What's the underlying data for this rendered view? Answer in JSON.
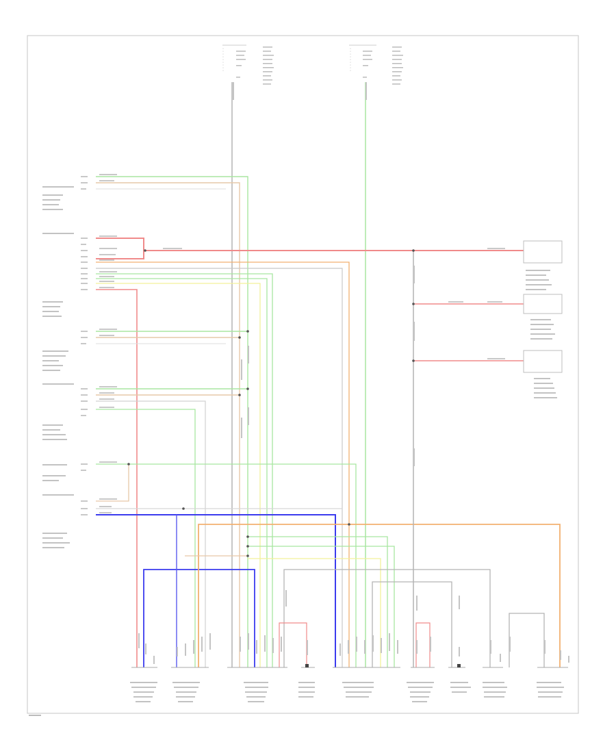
{
  "diagram": {
    "footer_code": "",
    "colors": {
      "red": "#f08a8a",
      "green": "#a8e6a0",
      "tan": "#e6c8a8",
      "yellow": "#f2f09a",
      "blue": "#3a3aee",
      "orange": "#f2b070",
      "gray": "#b4b4b4",
      "grid": "#d8d8d8"
    },
    "left_modules": [
      {
        "id": "cruise-control-module"
      },
      {
        "id": "engine-control-module"
      },
      {
        "id": "transmission-control-module"
      },
      {
        "id": "abs-control-module"
      },
      {
        "id": "combination-meter"
      },
      {
        "id": "airbag-control-module"
      }
    ],
    "right_components": [
      {
        "id": "right-component-1"
      },
      {
        "id": "right-component-2"
      },
      {
        "id": "right-component-3"
      }
    ],
    "bottom_components": [
      {
        "id": "bottom-component-1"
      },
      {
        "id": "bottom-component-2"
      },
      {
        "id": "bottom-component-3"
      },
      {
        "id": "bottom-component-4"
      },
      {
        "id": "bottom-component-5"
      },
      {
        "id": "bottom-component-6"
      },
      {
        "id": "bottom-component-7"
      },
      {
        "id": "bottom-component-8"
      },
      {
        "id": "bottom-component-9"
      }
    ]
  }
}
